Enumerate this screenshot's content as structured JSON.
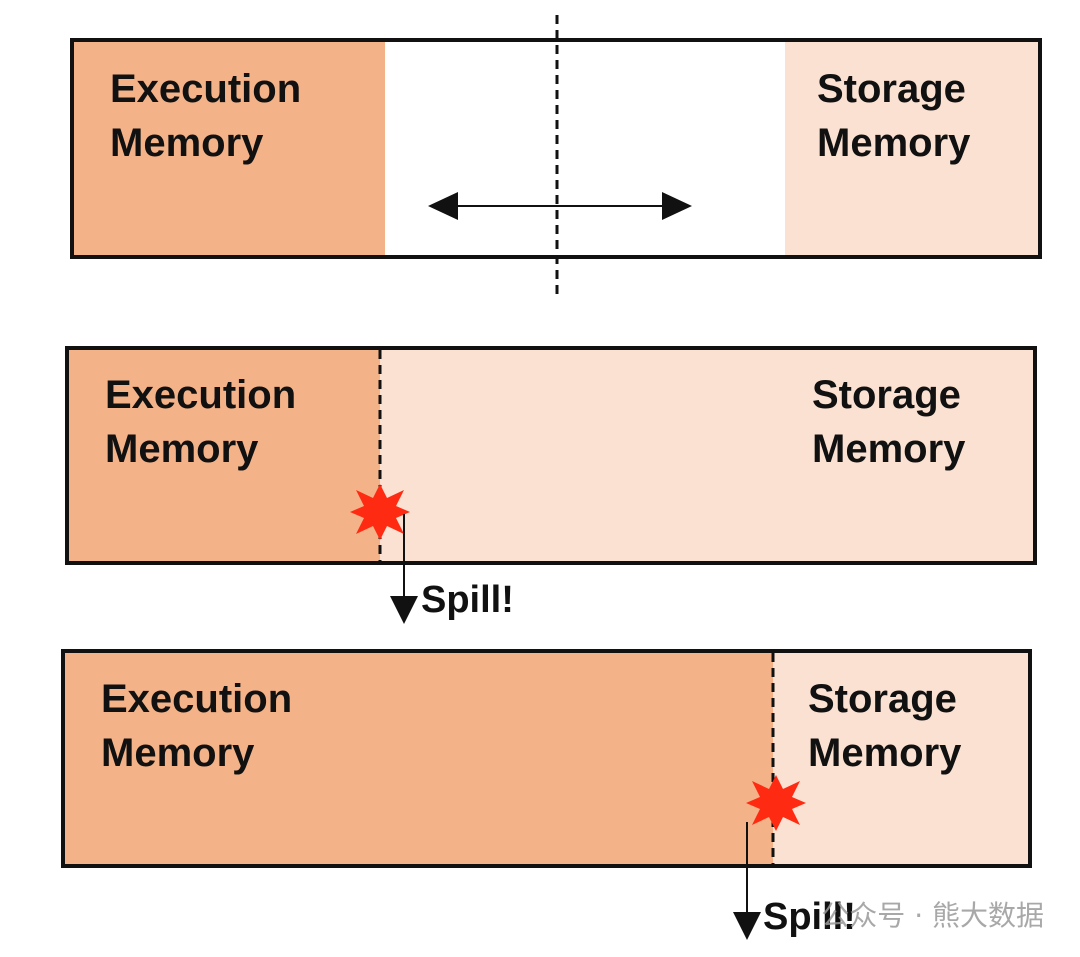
{
  "colors": {
    "execution": "#f3b287",
    "storage": "#fbe1d2",
    "outline": "#111111",
    "burst": "#ff2a12"
  },
  "panels": [
    {
      "execution_label": [
        "Execution",
        "Memory"
      ],
      "storage_label": [
        "Storage",
        "Memory"
      ],
      "state": "boundary movable",
      "spill_label": ""
    },
    {
      "execution_label": [
        "Execution",
        "Memory"
      ],
      "storage_label": [
        "Storage",
        "Memory"
      ],
      "state": "storage full",
      "spill_label": "Spill!"
    },
    {
      "execution_label": [
        "Execution",
        "Memory"
      ],
      "storage_label": [
        "Storage",
        "Memory"
      ],
      "state": "execution full",
      "spill_label": "Spill!"
    }
  ],
  "watermark": "公众号 · 熊大数据"
}
